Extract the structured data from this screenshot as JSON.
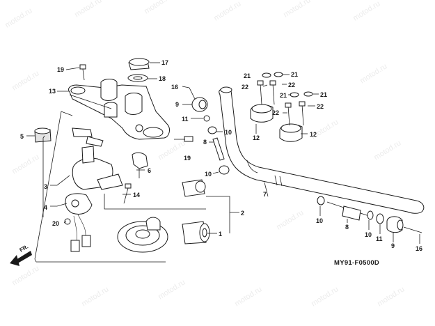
{
  "watermark": "motod.ru",
  "diagram_code": "MY91-F0500D",
  "direction_label": "FR.",
  "callouts": {
    "c1": "1",
    "c2": "2",
    "c3": "3",
    "c4": "4",
    "c5": "5",
    "c6": "6",
    "c7": "7",
    "c8a": "8",
    "c8b": "8",
    "c9a": "9",
    "c9b": "9",
    "c10a": "10",
    "c10b": "10",
    "c10c": "10",
    "c10d": "10",
    "c11a": "11",
    "c11b": "11",
    "c12a": "12",
    "c12b": "12",
    "c13": "13",
    "c14": "14",
    "c16a": "16",
    "c16b": "16",
    "c17": "17",
    "c18": "18",
    "c19a": "19",
    "c19b": "19",
    "c20": "20",
    "c21a": "21",
    "c21b": "21",
    "c21c": "21",
    "c21d": "21",
    "c22a": "22",
    "c22b": "22",
    "c22c": "22",
    "c22d": "22"
  }
}
